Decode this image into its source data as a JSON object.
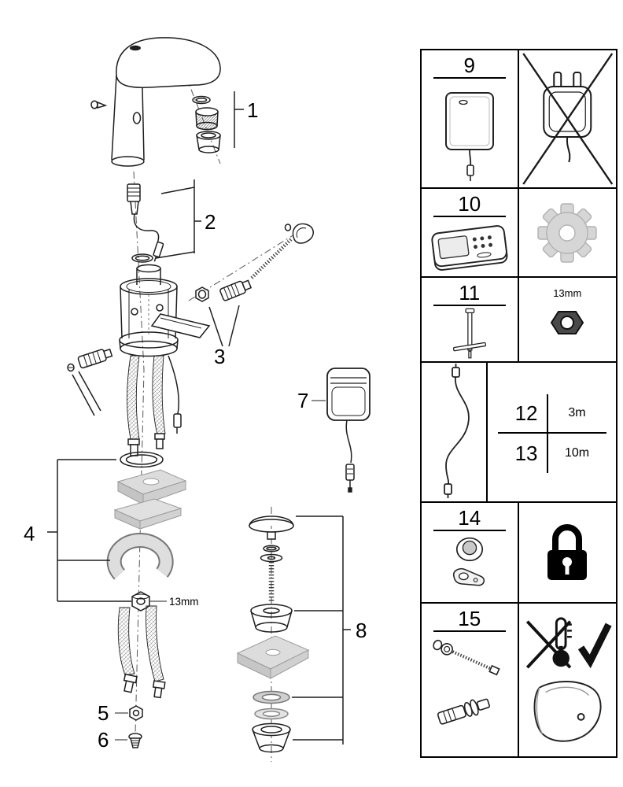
{
  "page": {
    "background": "#ffffff"
  },
  "colors": {
    "line": "#1e1e1e",
    "black": "#000000",
    "gray_fill": "#d9d9d9",
    "background": "#ffffff"
  },
  "main": {
    "l1": "1",
    "l2": "2",
    "l3": "3",
    "l4": "4",
    "l5": "5",
    "l6": "6",
    "l7": "7",
    "l8": "8",
    "nut_size": "13mm"
  },
  "panel": {
    "n9": "9",
    "n10": "10",
    "n11": "11",
    "n12": "12",
    "n13": "13",
    "n14": "14",
    "n15": "15",
    "len12": "3m",
    "len13": "10m",
    "nut_size": "13mm",
    "icons": {
      "row9_left": "power-supply-box",
      "row9_right": "crossed-power-adapter",
      "row10_left": "remote-control",
      "row10_right": "gear",
      "row11_left": "mounting-tool",
      "row11_right": "hex-nut-13mm",
      "row12_left": "extension-cable",
      "row14_left": "aerator-service-set",
      "row14_right": "padlock",
      "row15_left": "connection-parts-set",
      "row15_right": "temperature-check-and-cover"
    }
  }
}
